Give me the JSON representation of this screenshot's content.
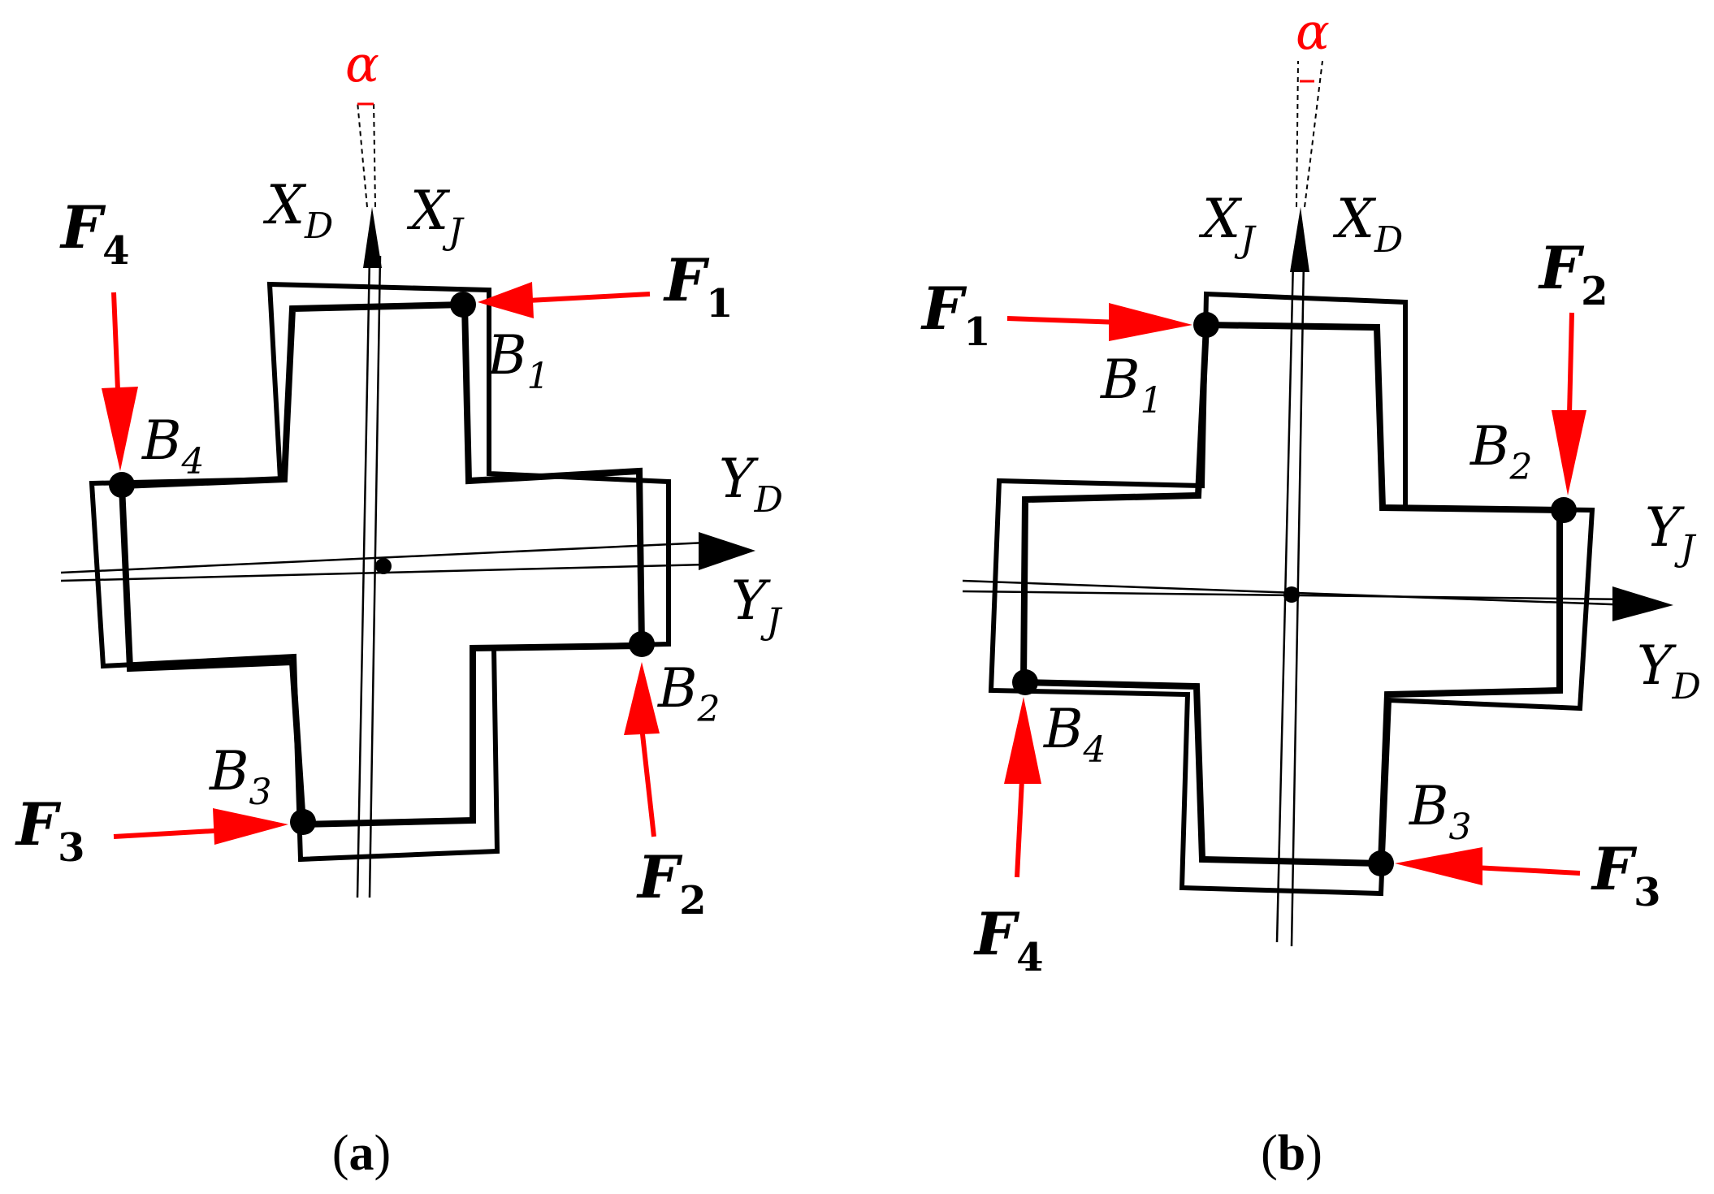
{
  "colors": {
    "outline": "#000000",
    "force": "#ff0000",
    "alpha": "#ff0000"
  },
  "panels": [
    {
      "id": "a",
      "caption_open": "(",
      "caption_letter": "a",
      "caption_close": ")",
      "axis_x_d": {
        "base": "X",
        "sub": "D"
      },
      "axis_x_j": {
        "base": "X",
        "sub": "J"
      },
      "axis_y_d": {
        "base": "Y",
        "sub": "D"
      },
      "axis_y_j": {
        "base": "Y",
        "sub": "J"
      },
      "alpha": "α",
      "points": [
        {
          "base": "B",
          "sub": "1"
        },
        {
          "base": "B",
          "sub": "2"
        },
        {
          "base": "B",
          "sub": "3"
        },
        {
          "base": "B",
          "sub": "4"
        }
      ],
      "forces": [
        {
          "base": "F",
          "sub": "1"
        },
        {
          "base": "F",
          "sub": "2"
        },
        {
          "base": "F",
          "sub": "3"
        },
        {
          "base": "F",
          "sub": "4"
        }
      ]
    },
    {
      "id": "b",
      "caption_open": "(",
      "caption_letter": "b",
      "caption_close": ")",
      "axis_x_d": {
        "base": "X",
        "sub": "D"
      },
      "axis_x_j": {
        "base": "X",
        "sub": "J"
      },
      "axis_y_d": {
        "base": "Y",
        "sub": "D"
      },
      "axis_y_j": {
        "base": "Y",
        "sub": "J"
      },
      "alpha": "α",
      "points": [
        {
          "base": "B",
          "sub": "1"
        },
        {
          "base": "B",
          "sub": "2"
        },
        {
          "base": "B",
          "sub": "3"
        },
        {
          "base": "B",
          "sub": "4"
        }
      ],
      "forces": [
        {
          "base": "F",
          "sub": "1"
        },
        {
          "base": "F",
          "sub": "2"
        },
        {
          "base": "F",
          "sub": "3"
        },
        {
          "base": "F",
          "sub": "4"
        }
      ]
    }
  ]
}
